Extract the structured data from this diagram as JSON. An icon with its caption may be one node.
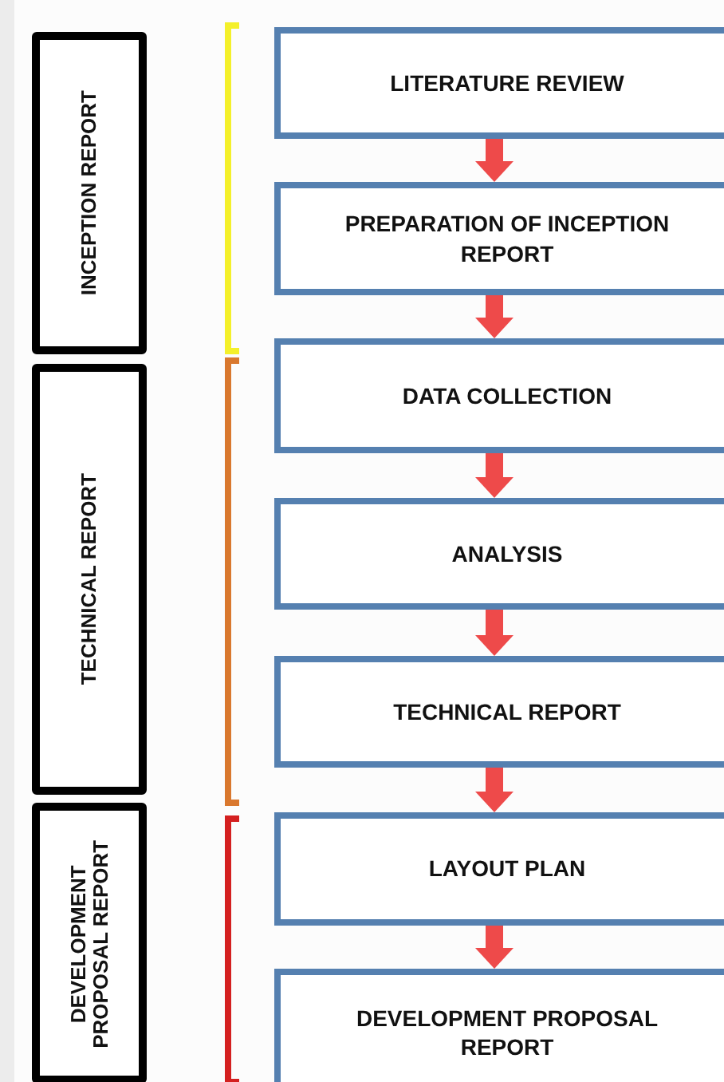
{
  "diagram": {
    "nodes": [
      {
        "text": [
          "INCEPTION REPORT"
        ]
      },
      {
        "text": [
          "TECHNICAL REPORT"
        ]
      },
      {
        "text": [
          "DEVELOPMENT PROPOSAL REPORT"
        ]
      },
      {
        "text": [
          "LITERATURE REVIEW"
        ]
      },
      {
        "text": [
          "PREPARATION OF INCEPTION REPORT"
        ]
      },
      {
        "text": [
          "DATA COLLECTION"
        ]
      },
      {
        "text": [
          "ANALYSIS"
        ]
      },
      {
        "text": [
          "TECHNICAL REPORT"
        ]
      },
      {
        "text": [
          "LAYOUT PLAN"
        ]
      },
      {
        "text": [
          "DEVELOPMENT PROPOSAL REPORT"
        ]
      }
    ],
    "edges": [
      {
        "from": 3,
        "to": 4,
        "arrow": "to"
      },
      {
        "from": 4,
        "to": 5,
        "arrow": "to"
      },
      {
        "from": 5,
        "to": 6,
        "arrow": "to"
      },
      {
        "from": 6,
        "to": 7,
        "arrow": "to"
      },
      {
        "from": 7,
        "to": 8,
        "arrow": "to"
      },
      {
        "from": 8,
        "to": 9,
        "arrow": "to"
      }
    ]
  }
}
